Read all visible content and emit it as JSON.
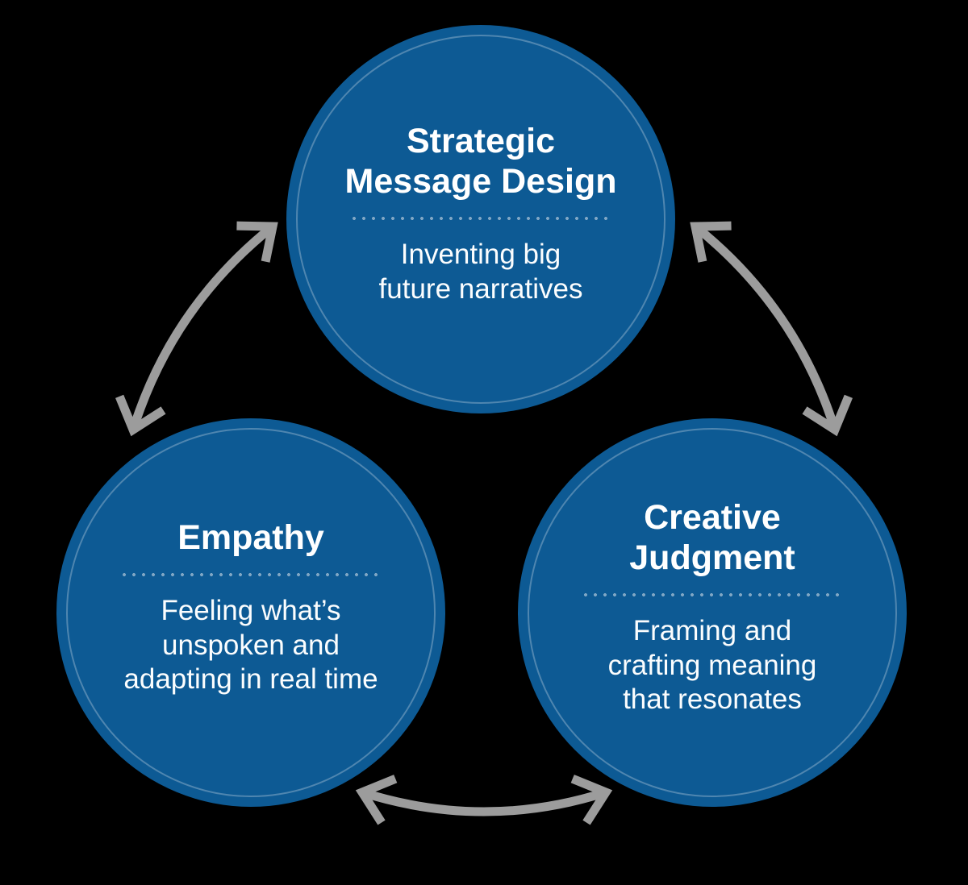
{
  "colors": {
    "background": "#000000",
    "circle_fill": "#0d5a94",
    "ring": "#4f86b0",
    "divider_dots": "#7fa6c4",
    "arrow": "#9c9c9c",
    "title_text": "#ffffff",
    "subtitle_text": "#fbfdfe"
  },
  "circles": [
    {
      "name": "strategic-message-design",
      "title": "Strategic\nMessage Design",
      "subtitle": "Inventing big\nfuture narratives"
    },
    {
      "name": "empathy",
      "title": "Empathy",
      "subtitle": "Feeling what’s\nunspoken and\nadapting in real time"
    },
    {
      "name": "creative-judgment",
      "title": "Creative\nJudgment",
      "subtitle": "Framing and\ncrafting meaning\nthat resonates"
    }
  ]
}
